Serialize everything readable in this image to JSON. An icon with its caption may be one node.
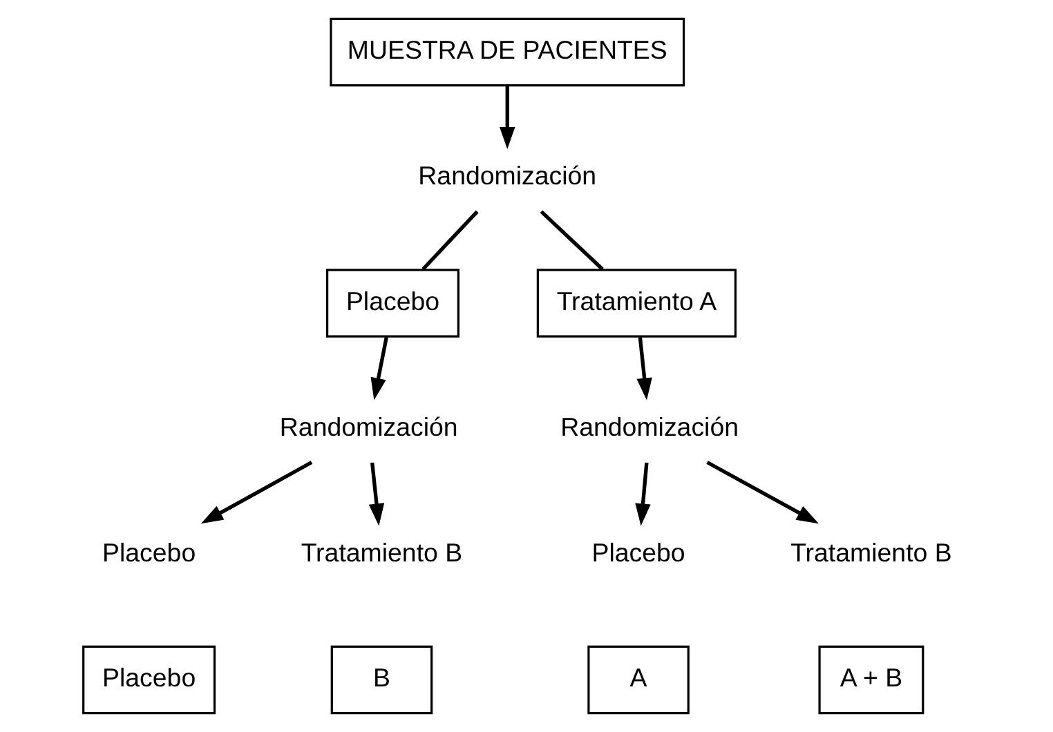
{
  "diagram": {
    "nodes": [
      {
        "text": [
          "MUESTRA DE PACIENTES"
        ]
      },
      {
        "text": [
          "Randomización"
        ]
      },
      {
        "text": [
          "Placebo"
        ]
      },
      {
        "text": [
          "Tratamiento A"
        ]
      },
      {
        "text": [
          "Randomización"
        ]
      },
      {
        "text": [
          "Randomización"
        ]
      },
      {
        "text": [
          "Placebo"
        ]
      },
      {
        "text": [
          "Tratamiento B"
        ]
      },
      {
        "text": [
          "Placebo"
        ]
      },
      {
        "text": [
          "Tratamiento B"
        ]
      },
      {
        "text": [
          "Placebo"
        ]
      },
      {
        "text": [
          "B"
        ]
      },
      {
        "text": [
          "A"
        ]
      },
      {
        "text": [
          "A + B"
        ]
      }
    ],
    "edges": [
      {
        "from": 0,
        "to": 1,
        "arrow": "to"
      },
      {
        "from": 1,
        "to": 2,
        "arrow": "none"
      },
      {
        "from": 1,
        "to": 3,
        "arrow": "none"
      },
      {
        "from": 2,
        "to": 4,
        "arrow": "to"
      },
      {
        "from": 3,
        "to": 5,
        "arrow": "to"
      },
      {
        "from": 4,
        "to": 6,
        "arrow": "to"
      },
      {
        "from": 4,
        "to": 7,
        "arrow": "to"
      },
      {
        "from": 5,
        "to": 8,
        "arrow": "to"
      },
      {
        "from": 5,
        "to": 9,
        "arrow": "to"
      }
    ]
  }
}
